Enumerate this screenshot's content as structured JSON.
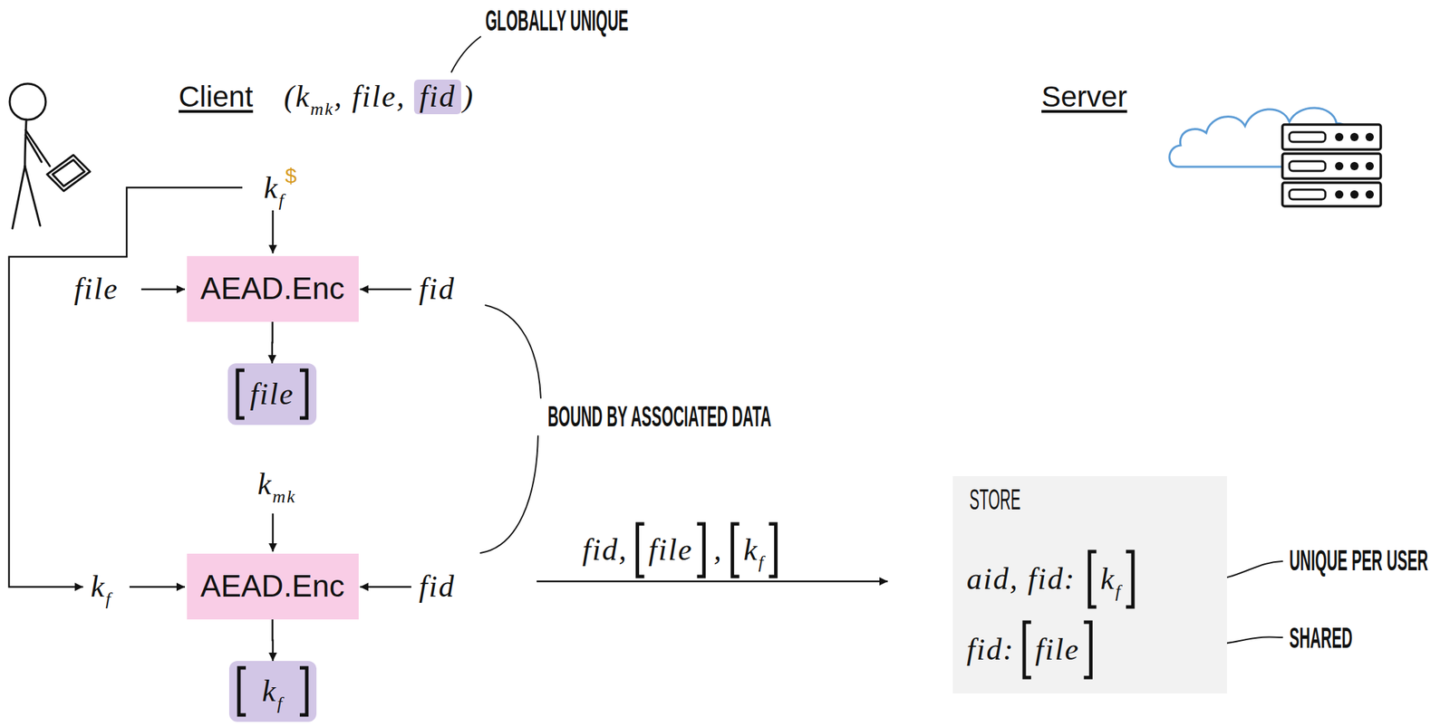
{
  "diagram": {
    "nodes": [
      {
        "text": [
          "fid"
        ]
      },
      {
        "text": [
          "AEAD.Enc"
        ]
      },
      {
        "text": [
          "file"
        ]
      },
      {
        "text": [
          "AEAD.Enc"
        ]
      },
      {
        "text": [
          "k",
          "f"
        ]
      },
      {
        "text": [
          "STORE",
          "aid, fid:",
          "k",
          "f",
          "fid:",
          "file"
        ]
      }
    ],
    "edges": [
      {
        "from": 1,
        "to": 2,
        "arrow": "to"
      },
      {
        "from": 3,
        "to": 4,
        "arrow": "to"
      }
    ],
    "labels": [
      "GLOBALLY UNIQUE",
      "Client",
      "(",
      "k",
      "mk",
      ", file,",
      ")",
      "Server",
      "k",
      "f",
      "$",
      "file",
      "fid",
      "BOUND BY ASSOCIATED DATA",
      "k",
      "mk",
      "k",
      "f",
      "fid",
      "fid,",
      "file",
      ",",
      "k",
      "f",
      "UNIQUE PER USER",
      "SHARED"
    ]
  }
}
